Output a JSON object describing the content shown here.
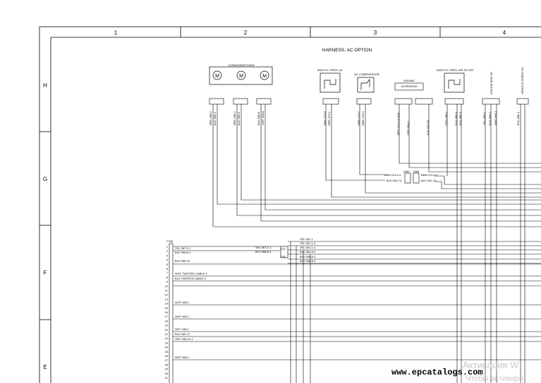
{
  "frame": {
    "columns": [
      "1",
      "2",
      "3",
      "4"
    ],
    "rows": [
      "H",
      "G",
      "F",
      "E"
    ]
  },
  "title": "HARNESS, AC OPTION",
  "components": {
    "condenser_fans": "CONDENSER FANS",
    "switch_pres_ac": "SWITCH, PRES, AC",
    "ac_compressor": "AC COMPRESSOR",
    "engine": "ENGINE",
    "alternator": "ALTERNATOR",
    "switch_pres_air_filter": "SWITCH, PRES, AIR FILTER",
    "engine_rpm_sn": "ENGINE RPM SN",
    "vehicle_speed_sn": "VEHICLE SPEED SN"
  },
  "vertical_labels": [
    "BRN 068-8",
    "BLK 068-4",
    "BRN 068-2",
    "BLK 068-9",
    "BLK 068-8",
    "WHT 068-8",
    "BRN 073-8",
    "BRN 073-1",
    "BRN 073-2",
    "BRN 073-9",
    "RED 014-4 (LAM)",
    "GRY 068-3",
    "BLK 003-28",
    "GRY 068-1",
    "BLK 068-4",
    "BLK 068-3",
    "YEL 068-1",
    "BLK 068-1",
    "WHT 068-1",
    "BLK 008-4"
  ],
  "splices": {
    "brn_073_9_1_left": "BRN 073-9-1",
    "blk_000_73_left": "BLK 000-73",
    "brn_073_9_1_right": "BRN 073-9-1",
    "blk_000_73_right": "BLK 000-73",
    "id_left": "X969",
    "id_right": "X968"
  },
  "connector": {
    "id": "X768",
    "pins": [
      "1",
      "2",
      "3",
      "4",
      "5",
      "6",
      "7",
      "8",
      "9",
      "10",
      "11",
      "12",
      "13",
      "14",
      "15",
      "16",
      "17",
      "18",
      "19",
      "20",
      "21",
      "22",
      "23",
      "24",
      "25",
      "26",
      "27",
      "28",
      "29",
      "30",
      "31"
    ],
    "wires": [
      "YEL 067-1-1",
      "BLK 068-8-1",
      "BLK 068-10",
      "WHT TWISTED CABLE 2",
      "BLK TWISTED CABLE 2",
      "WHT 089-1",
      "WHT 089-1",
      "GRY 048-1",
      "BLK 000-72",
      "GRY 048-22-1",
      "WHT 088-1"
    ]
  },
  "junction": {
    "left_top": "YEL 067-1-1",
    "left_bottom": "BLK 068-8-1",
    "right": [
      "YEL 067-1",
      "YEL 067-1-3",
      "YEL 067-1-4",
      "BLK 068-8-2",
      "BLK 068-8-3",
      "BLK 068-8-4"
    ],
    "ids": [
      "S7A",
      "S7B"
    ]
  },
  "footer_url": "www.epcatalogs.com",
  "watermark": [
    "Активация W",
    "Чтобы активиро"
  ]
}
